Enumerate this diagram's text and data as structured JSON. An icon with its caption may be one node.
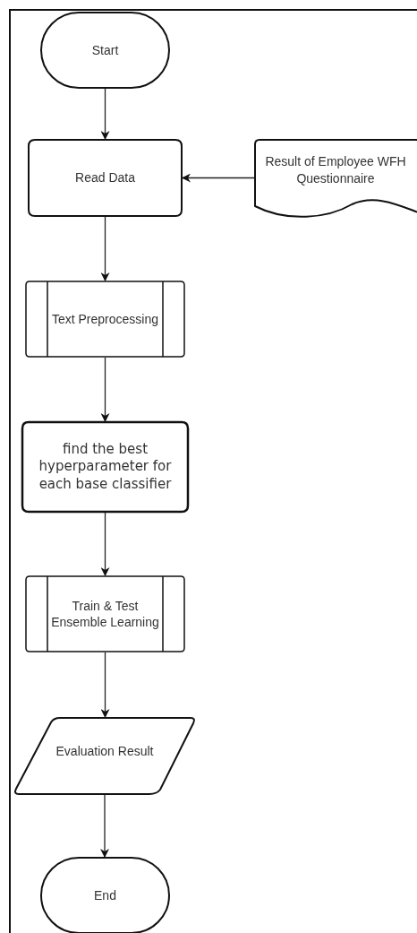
{
  "diagram": {
    "nodes": [
      {
        "text": [
          "Start"
        ]
      },
      {
        "text": [
          "Read Data"
        ]
      },
      {
        "text": [
          "Result of Employee WFH Questionnaire"
        ]
      },
      {
        "text": [
          "Text Preprocessing"
        ]
      },
      {
        "text": [
          "find the best hyperparameter for each base classifier"
        ]
      },
      {
        "text": [
          "Train & Test Ensemble Learning"
        ]
      },
      {
        "text": [
          "Evaluation Result"
        ]
      },
      {
        "text": [
          "End"
        ]
      }
    ],
    "edges": [
      {
        "from": 0,
        "to": 1,
        "arrow": "to"
      },
      {
        "from": 2,
        "to": 1,
        "arrow": "to"
      },
      {
        "from": 1,
        "to": 3,
        "arrow": "to"
      },
      {
        "from": 3,
        "to": 4,
        "arrow": "to"
      },
      {
        "from": 4,
        "to": 5,
        "arrow": "to"
      },
      {
        "from": 5,
        "to": 6,
        "arrow": "to"
      },
      {
        "from": 6,
        "to": 7,
        "arrow": "to"
      }
    ]
  }
}
